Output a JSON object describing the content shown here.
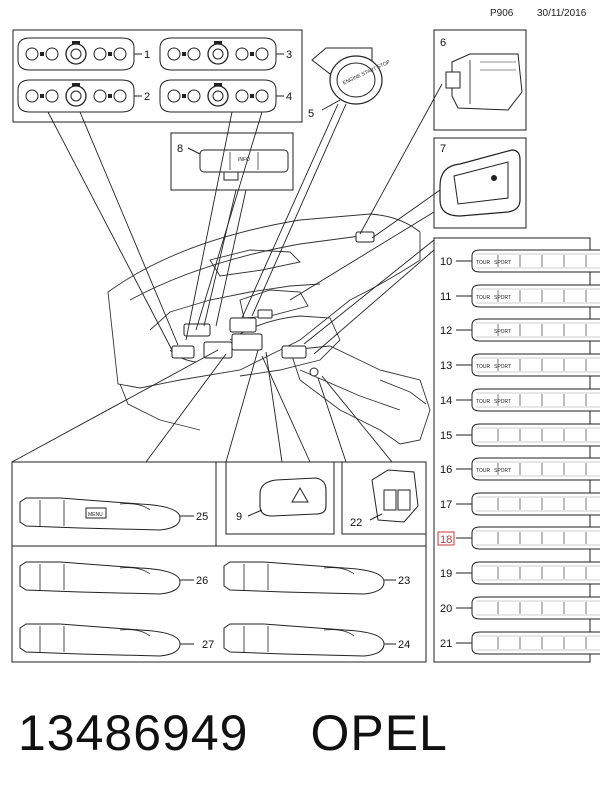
{
  "header": {
    "code": "P906",
    "date": "30/11/2016"
  },
  "footer": {
    "part_number": "13486949",
    "brand": "OPEL"
  },
  "highlight_color": "#c43a3a",
  "callouts": {
    "c1": "1",
    "c2": "2",
    "c3": "3",
    "c4": "4",
    "c5": "5",
    "c6": "6",
    "c7": "7",
    "c8": "8",
    "c9": "9",
    "c10": "10",
    "c11": "11",
    "c12": "12",
    "c13": "13",
    "c14": "14",
    "c15": "15",
    "c16": "16",
    "c17": "17",
    "c18": "18",
    "c19": "19",
    "c20": "20",
    "c21": "21",
    "c22": "22",
    "c23": "23",
    "c24": "24",
    "c25": "25",
    "c26": "26",
    "c27": "27"
  },
  "highlighted_callout": "18",
  "labels": {
    "engine_start_stop": "ENGINE START STOP",
    "info": "INFO",
    "menu": "MENU",
    "tour": "TOUR",
    "sport": "SPORT"
  }
}
